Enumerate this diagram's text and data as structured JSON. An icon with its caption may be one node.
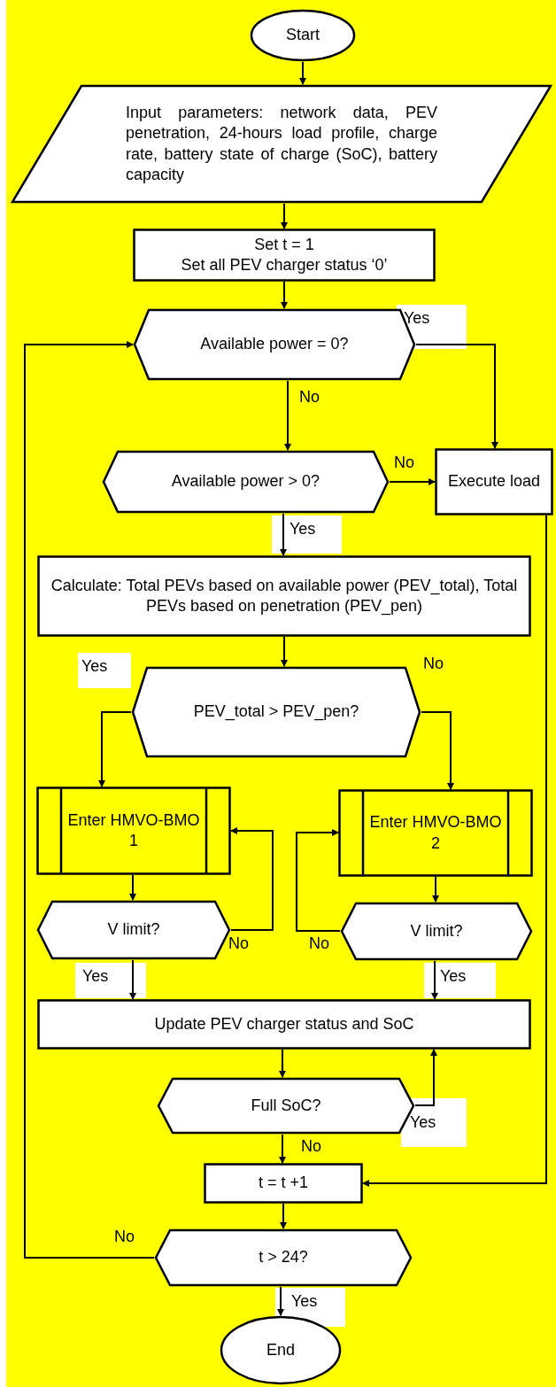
{
  "diagram": {
    "nodes": [
      {
        "text": [
          "Start"
        ]
      },
      {
        "text": [
          "Input parameters: network data, PEV penetration, 24-hours load profile, charge rate, battery state of charge (SoC), battery capacity"
        ]
      },
      {
        "text": [
          "Set t = 1",
          "Set all PEV charger status ‘0’"
        ]
      },
      {
        "text": [
          "Available power = 0?"
        ]
      },
      {
        "text": [
          "Available power > 0?"
        ]
      },
      {
        "text": [
          "Execute load"
        ]
      },
      {
        "text": [
          "Calculate: Total PEVs based on available power (PEV_total), Total PEVs based on penetration (PEV_pen)"
        ]
      },
      {
        "text": [
          "PEV_total > PEV_pen?"
        ]
      },
      {
        "text": [
          "Enter HMVO-BMO 1"
        ]
      },
      {
        "text": [
          "Enter HMVO-BMO 2"
        ]
      },
      {
        "text": [
          "V limit?"
        ]
      },
      {
        "text": [
          "V limit?"
        ]
      },
      {
        "text": [
          "Update PEV charger status and SoC"
        ]
      },
      {
        "text": [
          "Full SoC?"
        ]
      },
      {
        "text": [
          "t = t +1"
        ]
      },
      {
        "text": [
          "t > 24?"
        ]
      },
      {
        "text": [
          "End"
        ]
      }
    ],
    "edges": [
      {
        "from": 0,
        "to": 1,
        "arrow": "to"
      },
      {
        "from": 1,
        "to": 2,
        "arrow": "to"
      },
      {
        "from": 2,
        "to": 3,
        "arrow": "to"
      },
      {
        "from": 3,
        "to": 5,
        "arrow": "to",
        "label": "Yes"
      },
      {
        "from": 3,
        "to": 4,
        "arrow": "to",
        "label": "No"
      },
      {
        "from": 4,
        "to": 5,
        "arrow": "to",
        "label": "No"
      },
      {
        "from": 4,
        "to": 6,
        "arrow": "to",
        "label": "Yes"
      },
      {
        "from": 6,
        "to": 7,
        "arrow": "to"
      },
      {
        "from": 7,
        "to": 8,
        "arrow": "to",
        "label": "Yes"
      },
      {
        "from": 7,
        "to": 9,
        "arrow": "to",
        "label": "No"
      },
      {
        "from": 8,
        "to": 10,
        "arrow": "to"
      },
      {
        "from": 9,
        "to": 11,
        "arrow": "to"
      },
      {
        "from": 10,
        "to": 8,
        "arrow": "to",
        "label": "No"
      },
      {
        "from": 11,
        "to": 9,
        "arrow": "to",
        "label": "No"
      },
      {
        "from": 10,
        "to": 12,
        "arrow": "to",
        "label": "Yes"
      },
      {
        "from": 11,
        "to": 12,
        "arrow": "to",
        "label": "Yes"
      },
      {
        "from": 12,
        "to": 13,
        "arrow": "to"
      },
      {
        "from": 13,
        "to": 12,
        "arrow": "to",
        "label": "Yes"
      },
      {
        "from": 13,
        "to": 14,
        "arrow": "to",
        "label": "No"
      },
      {
        "from": 5,
        "to": 14,
        "arrow": "to"
      },
      {
        "from": 14,
        "to": 15,
        "arrow": "to"
      },
      {
        "from": 15,
        "to": 3,
        "arrow": "to",
        "label": "No"
      },
      {
        "from": 15,
        "to": 16,
        "arrow": "to",
        "label": "Yes"
      }
    ]
  }
}
